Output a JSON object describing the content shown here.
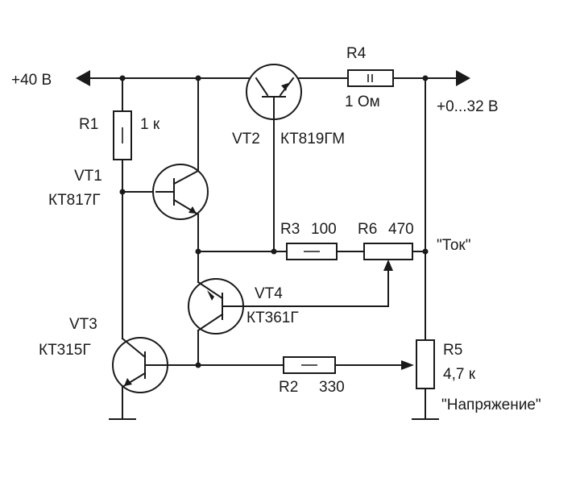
{
  "terminals": {
    "input": "+40 В",
    "output": "+0...32 В"
  },
  "components": {
    "R1": {
      "ref": "R1",
      "value": "1 к"
    },
    "R2": {
      "ref": "R2",
      "value": "330"
    },
    "R3": {
      "ref": "R3",
      "value": "100"
    },
    "R4": {
      "ref": "R4",
      "value": "1 Ом"
    },
    "R5": {
      "ref": "R5",
      "value": "4,7 к",
      "function": "\"Напряжение\""
    },
    "R6": {
      "ref": "R6",
      "value": "470",
      "function": "\"Ток\""
    },
    "VT1": {
      "ref": "VT1",
      "type": "КТ817Г"
    },
    "VT2": {
      "ref": "VT2",
      "type": "КТ819ГМ"
    },
    "VT3": {
      "ref": "VT3",
      "type": "КТ315Г"
    },
    "VT4": {
      "ref": "VT4",
      "type": "КТ361Г"
    }
  },
  "colors": {
    "ink": "#1a1a1a",
    "background": "#ffffff"
  }
}
